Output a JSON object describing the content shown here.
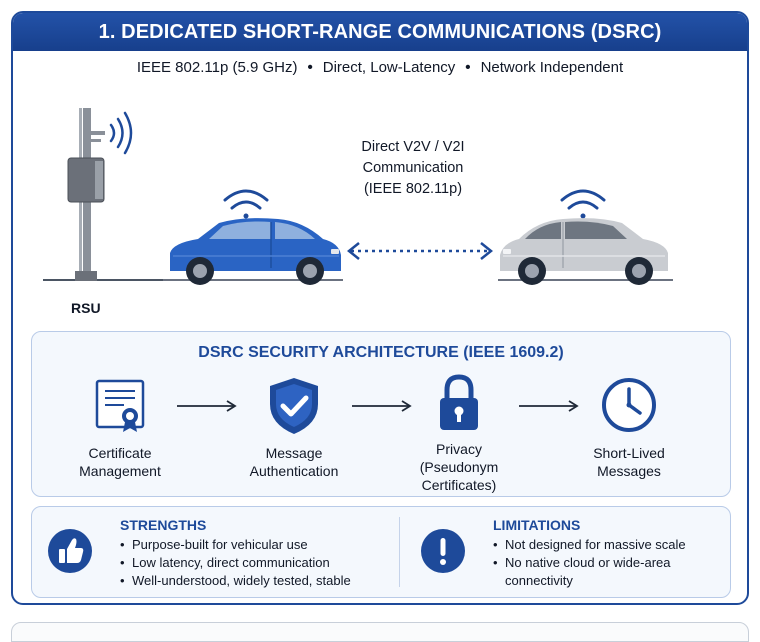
{
  "title": "1. DEDICATED SHORT-RANGE COMMUNICATIONS (DSRC)",
  "subtitle": {
    "parts": [
      "IEEE 802.11p  (5.9 GHz)",
      "Direct, Low-Latency",
      "Network Independent"
    ],
    "separator": "•"
  },
  "scene": {
    "rsu_label": "RSU",
    "comm_lines": [
      "Direct V2V / V2I",
      "Communication",
      "(IEEE 802.11p)"
    ]
  },
  "security": {
    "title": "DSRC SECURITY ARCHITECTURE (IEEE 1609.2)",
    "items": [
      {
        "lines": [
          "Certificate",
          "Management"
        ],
        "icon": "certificate-icon"
      },
      {
        "lines": [
          "Message",
          "Authentication"
        ],
        "icon": "shield-check-icon"
      },
      {
        "lines": [
          "Privacy",
          "(Pseudonym",
          "Certificates)"
        ],
        "icon": "padlock-icon"
      },
      {
        "lines": [
          "Short-Lived",
          "Messages"
        ],
        "icon": "clock-icon"
      }
    ]
  },
  "strengths": {
    "title": "STRENGTHS",
    "icon": "thumbs-up-icon",
    "items": [
      "Purpose-built for vehicular use",
      "Low latency, direct communication",
      "Well-understood, widely tested, stable"
    ]
  },
  "limitations": {
    "title": "LIMITATIONS",
    "icon": "exclamation-icon",
    "items": [
      "Not designed for massive scale",
      "No native cloud or wide-area",
      "connectivity"
    ]
  },
  "colors": {
    "brand": "#1e4a9a",
    "blue_car": "#2a64c4",
    "silver_car": "#c9ccd1"
  }
}
